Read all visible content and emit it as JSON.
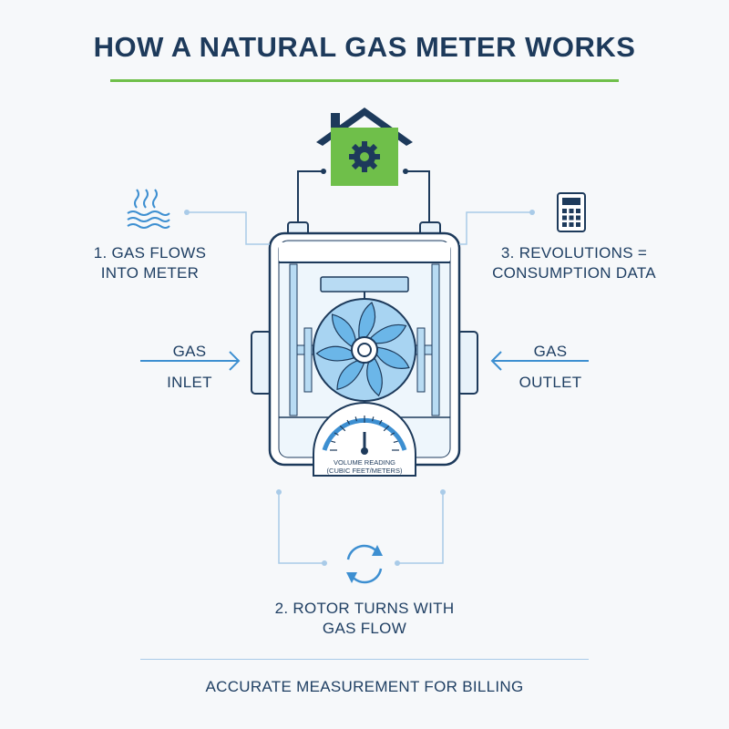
{
  "title": "HOW A NATURAL GAS METER WORKS",
  "steps": {
    "step1": {
      "line1": "1. GAS FLOWS",
      "line2": "INTO METER",
      "icon": "gas-waves-icon"
    },
    "step2": {
      "line1": "2. ROTOR TURNS WITH",
      "line2": "GAS FLOW",
      "icon": "rotation-arrows-icon"
    },
    "step3": {
      "line1": "3. REVOLUTIONS =",
      "line2": "CONSUMPTION DATA",
      "icon": "calculator-icon"
    }
  },
  "inlet": {
    "line1": "GAS",
    "line2": "INLET"
  },
  "outlet": {
    "line1": "GAS",
    "line2": "OUTLET"
  },
  "dial": {
    "line1": "VOLUME READING",
    "line2": "(CUBIC FEET/METERS)"
  },
  "footer": "ACCURATE MEASUREMENT FOR BILLING",
  "house_icon": "house-gear-icon",
  "colors": {
    "navy": "#1d3a5b",
    "accent_green": "#6fbf4a",
    "light_blue": "#a8d4f2",
    "medium_blue": "#3d8fd1",
    "connector": "#a9cbe8"
  }
}
